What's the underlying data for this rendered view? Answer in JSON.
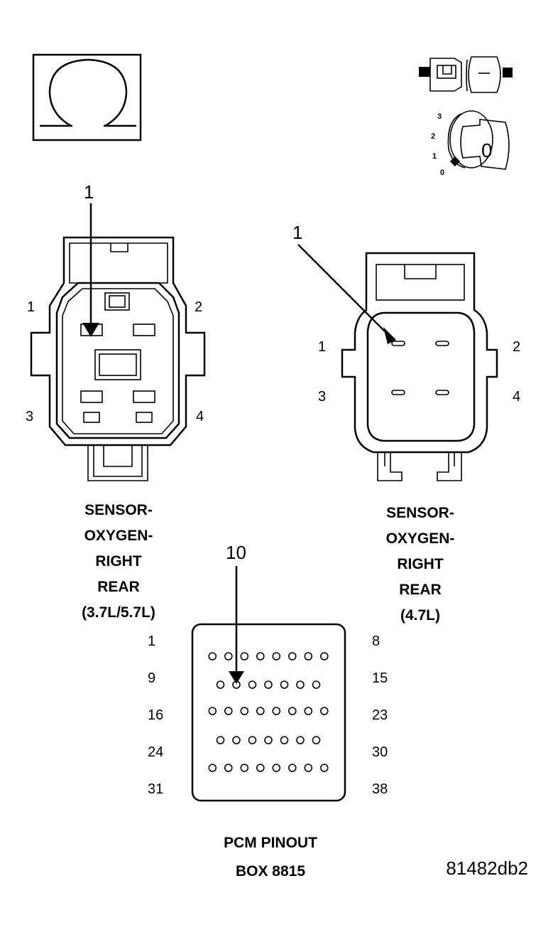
{
  "icons": {
    "ohm_meter": "ohm-symbol-icon",
    "disconnect": "connector-disconnect-icon",
    "ignition": "ignition-key-icon"
  },
  "ignition_positions": [
    "3",
    "2",
    "1",
    "0"
  ],
  "ignition_key_label": "0",
  "connector_left": {
    "callout": "1",
    "pins": [
      "1",
      "2",
      "3",
      "4"
    ],
    "caption": [
      "SENSOR-",
      "OXYGEN-",
      "RIGHT",
      "REAR",
      "(3.7L/5.7L)"
    ]
  },
  "connector_right": {
    "callout": "1",
    "pins": [
      "1",
      "2",
      "3",
      "4"
    ],
    "caption": [
      "SENSOR-",
      "OXYGEN-",
      "RIGHT",
      "REAR",
      "(4.7L)"
    ]
  },
  "pcm": {
    "callout": "10",
    "left_pins": [
      "1",
      "9",
      "16",
      "24",
      "31"
    ],
    "right_pins": [
      "8",
      "15",
      "23",
      "30",
      "38"
    ],
    "caption": [
      "PCM PINOUT",
      "BOX 8815"
    ]
  },
  "figure_ref": "81482db2"
}
